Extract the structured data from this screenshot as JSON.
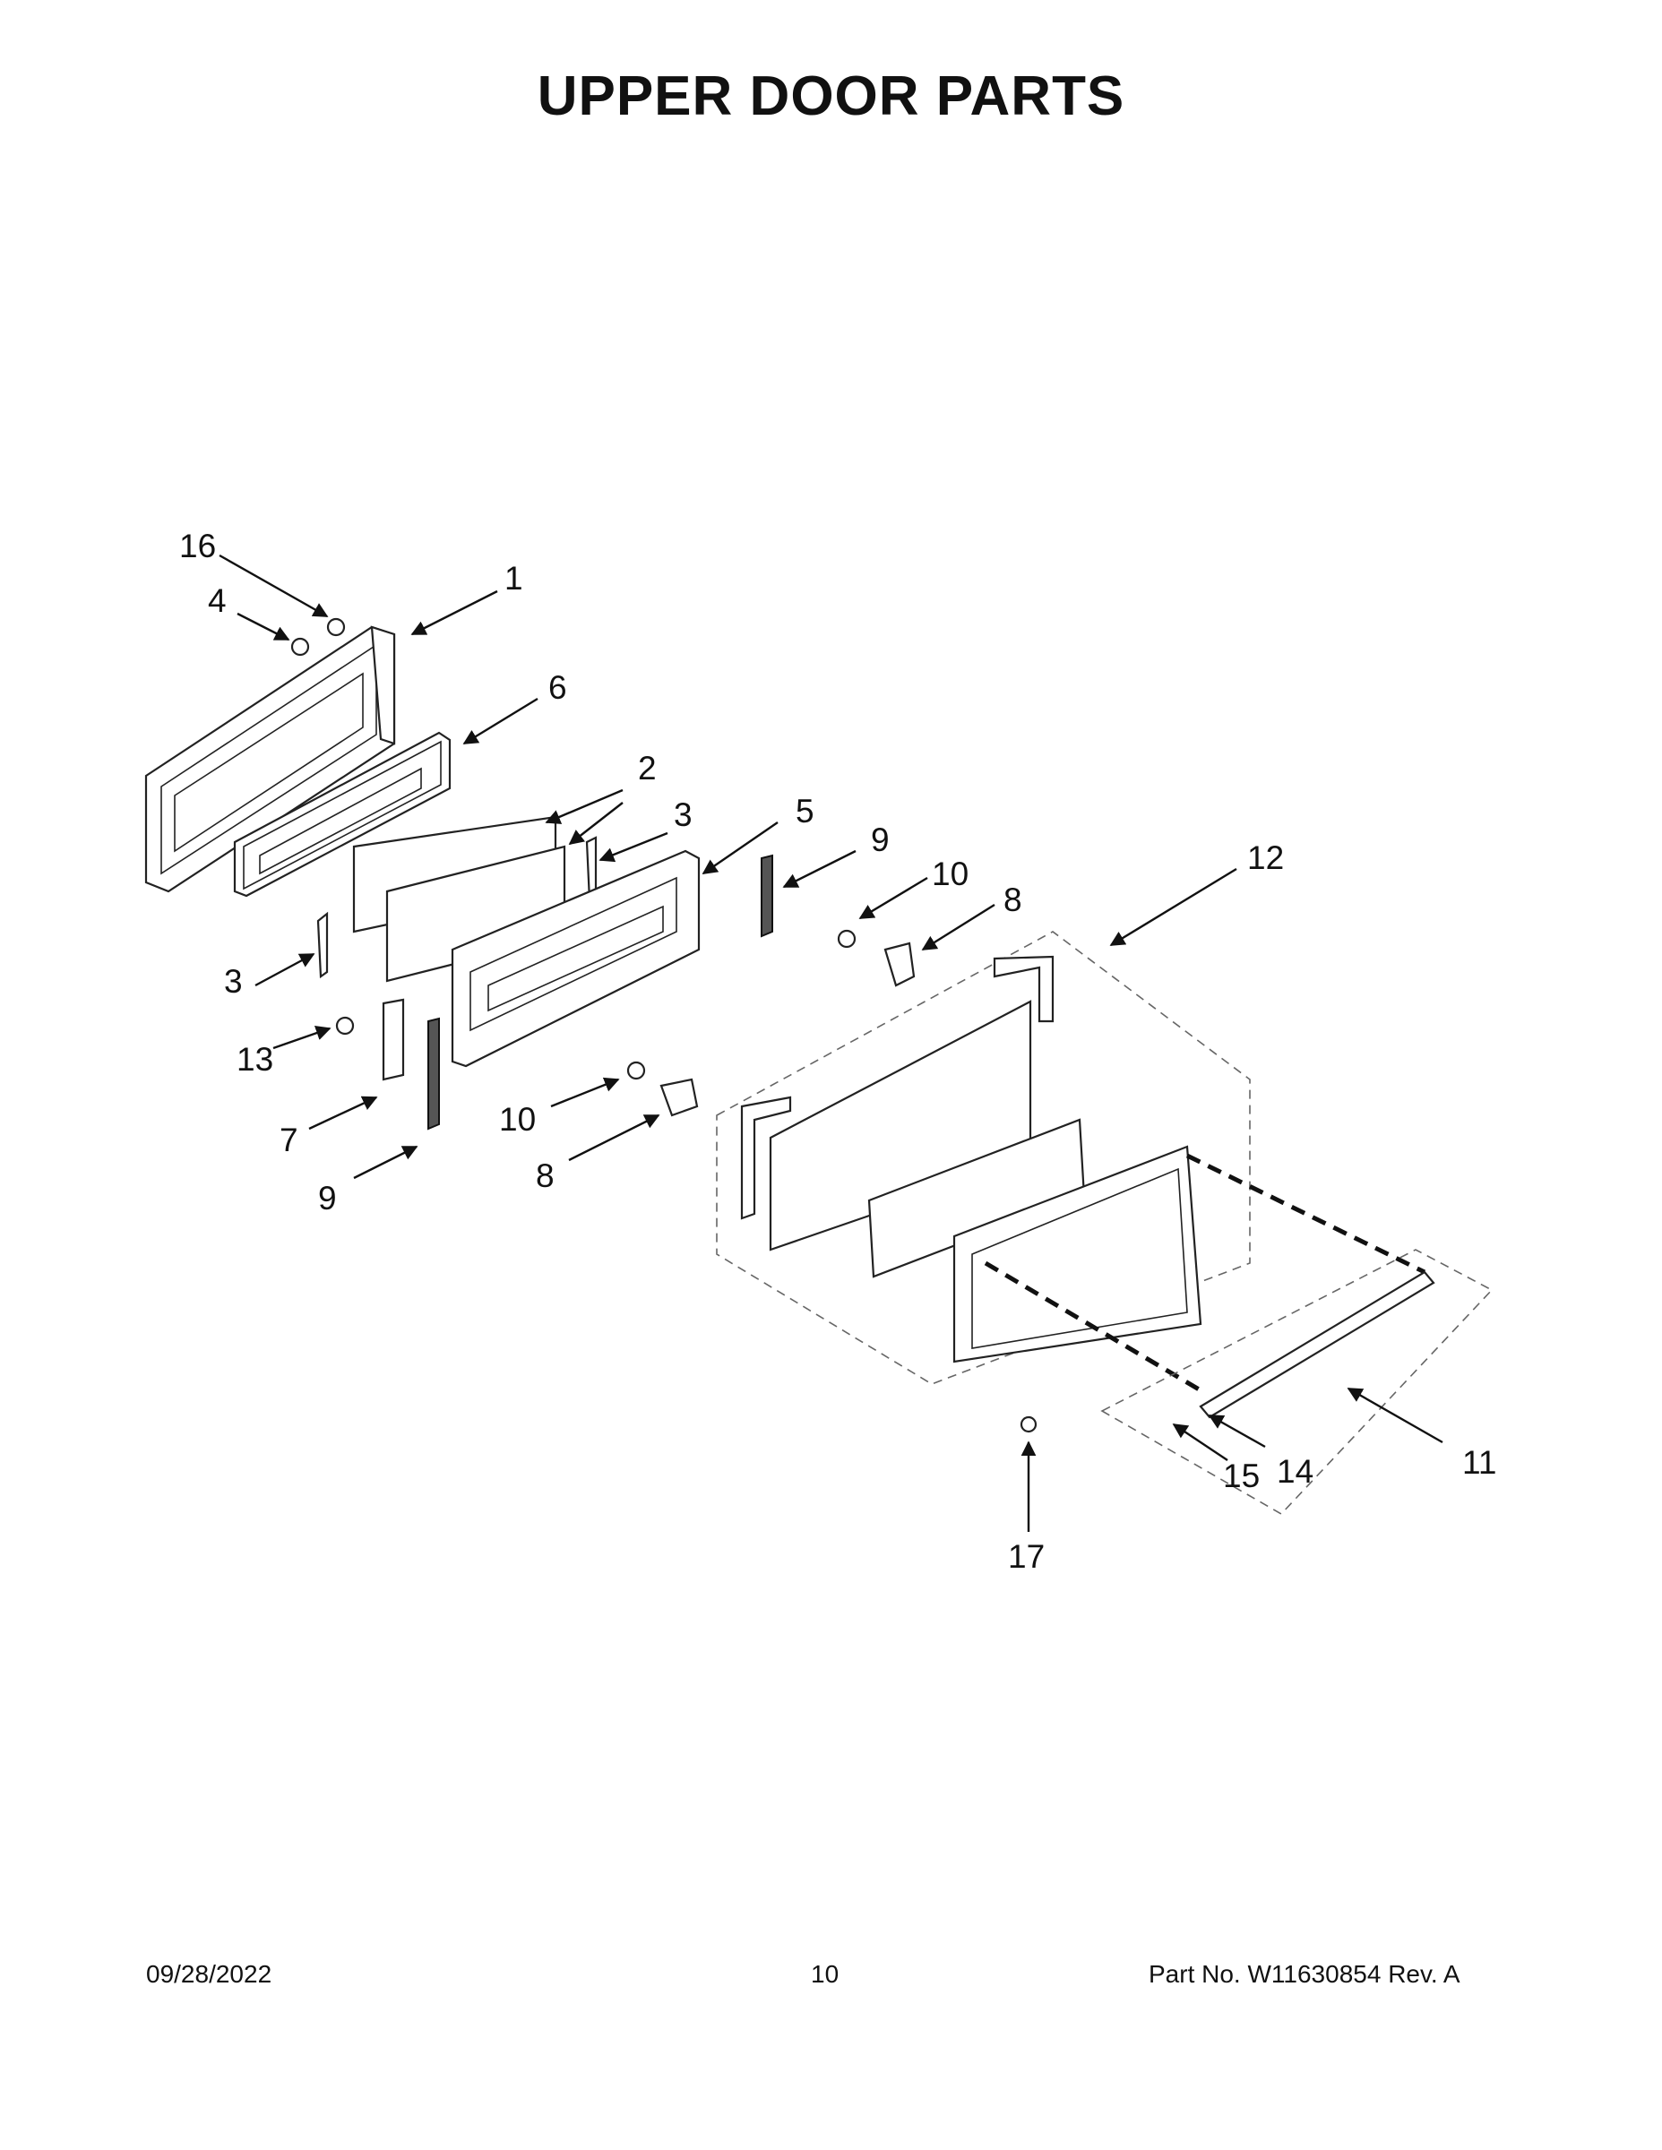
{
  "page": {
    "title": "UPPER DOOR PARTS",
    "footer_date": "09/28/2022",
    "footer_page": "10",
    "footer_part": "Part No.  W11630854  Rev.  A"
  },
  "callouts": {
    "c1": "1",
    "c2": "2",
    "c3a": "3",
    "c3b": "3",
    "c4": "4",
    "c5": "5",
    "c6": "6",
    "c7": "7",
    "c8a": "8",
    "c8b": "8",
    "c9a": "9",
    "c9b": "9",
    "c10a": "10",
    "c10b": "10",
    "c11": "11",
    "c12": "12",
    "c13": "13",
    "c14": "14",
    "c15": "15",
    "c16": "16",
    "c17": "17"
  }
}
